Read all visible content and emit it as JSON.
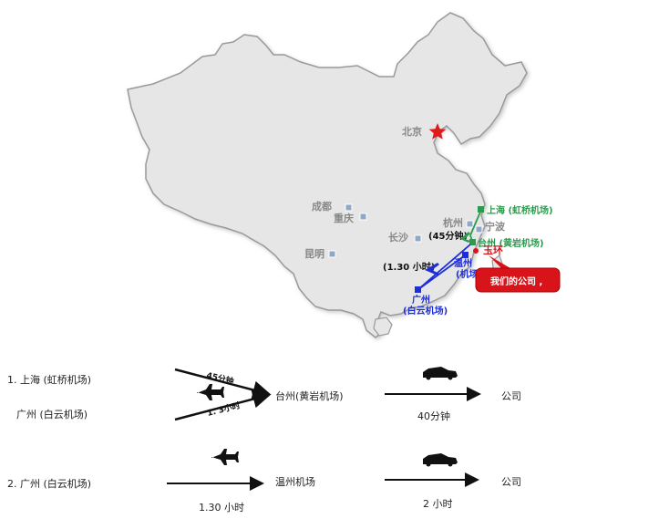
{
  "map": {
    "cities": {
      "beijing": "北京",
      "chengdu": "成都",
      "chongqing": "重庆",
      "changsha": "长沙",
      "kunming": "昆明",
      "hangzhou": "杭州",
      "ningbo": "宁波",
      "wenzhou_a": "温州",
      "wenzhou_b": "(机场)",
      "guangzhou_a": "广州",
      "guangzhou_b": "(白云机场)",
      "shanghai": "上海 (虹桥机场)",
      "taizhou": "台州 (黄岩机场)",
      "yuhuan": "玉环"
    },
    "durations": {
      "shanghai": "(45分钟)",
      "guangzhou": "(1.30 小时)"
    },
    "callout": "我们的公司 ,",
    "colors": {
      "land": "#e6e6e6",
      "border": "#9a9a9a",
      "green": "#2d9a4e",
      "blue": "#1d2ed8",
      "red": "#d8141a"
    }
  },
  "routes": {
    "r1": {
      "number": "1. 上海 (虹桥机场)",
      "origin2": "广州 (白云机场)",
      "leg1_top": "45分钟",
      "leg1_bottom": "1. 3小时",
      "via": "台州(黄岩机场)",
      "leg2": "40分钟",
      "dest": "公司"
    },
    "r2": {
      "number": "2. 广州 (白云机场)",
      "leg1": "1.30 小时",
      "via": "温州机场",
      "leg2": "2 小时",
      "dest": "公司"
    }
  }
}
